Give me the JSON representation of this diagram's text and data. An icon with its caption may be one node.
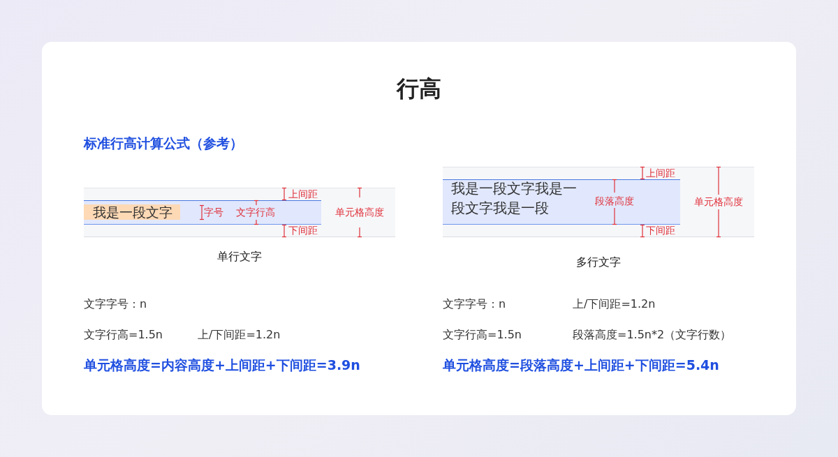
{
  "diagram": {
    "title": "行高",
    "labels": [
      "标准行高计算公式（参考）",
      "上间距",
      "我是一段文字",
      "字号",
      "文字行高",
      "单元格高度",
      "下间距",
      "单行文字",
      "上间距",
      "我是一段文字我是一段文字我是一段",
      "段落高度",
      "单元格高度",
      "下间距",
      "多行文字",
      "文字字号：n",
      "文字行高=1.5n",
      "上/下间距=1.2n",
      "单元格高度=内容高度+上间距+下间距=3.9n",
      "文字字号：n",
      "上/下间距=1.2n",
      "文字行高=1.5n",
      "段落高度=1.5n*2（文字行数）",
      "单元格高度=段落高度+上间距+下间距=5.4n"
    ]
  }
}
